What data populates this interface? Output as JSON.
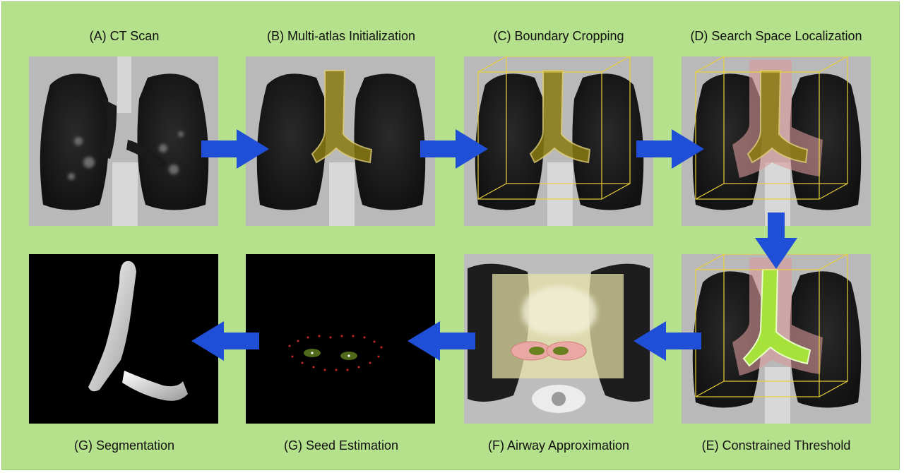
{
  "colors": {
    "background": "#b5e08c",
    "arrow": "#1f4fd6",
    "airway_overlay": "#8a7a10",
    "search_space": "#d99a9a",
    "bounding_box": "#e8cf3a",
    "threshold_fill": "#a6e23a"
  },
  "panels": {
    "a": {
      "label": "(A) CT Scan"
    },
    "b": {
      "label": "(B) Multi-atlas Initialization"
    },
    "c": {
      "label": "(C) Boundary Cropping"
    },
    "d": {
      "label": "(D) Search Space Localization"
    },
    "e": {
      "label": "(E) Constrained Threshold"
    },
    "f": {
      "label": "(F) Airway Approximation"
    },
    "g_seed": {
      "label": "(G) Seed Estimation"
    },
    "g_seg": {
      "label": "(G) Segmentation"
    }
  },
  "flow": [
    {
      "from": "a",
      "to": "b",
      "direction": "right"
    },
    {
      "from": "b",
      "to": "c",
      "direction": "right"
    },
    {
      "from": "c",
      "to": "d",
      "direction": "right"
    },
    {
      "from": "d",
      "to": "e",
      "direction": "down"
    },
    {
      "from": "e",
      "to": "f",
      "direction": "left"
    },
    {
      "from": "f",
      "to": "g_seed",
      "direction": "left"
    },
    {
      "from": "g_seed",
      "to": "g_seg",
      "direction": "left"
    }
  ]
}
